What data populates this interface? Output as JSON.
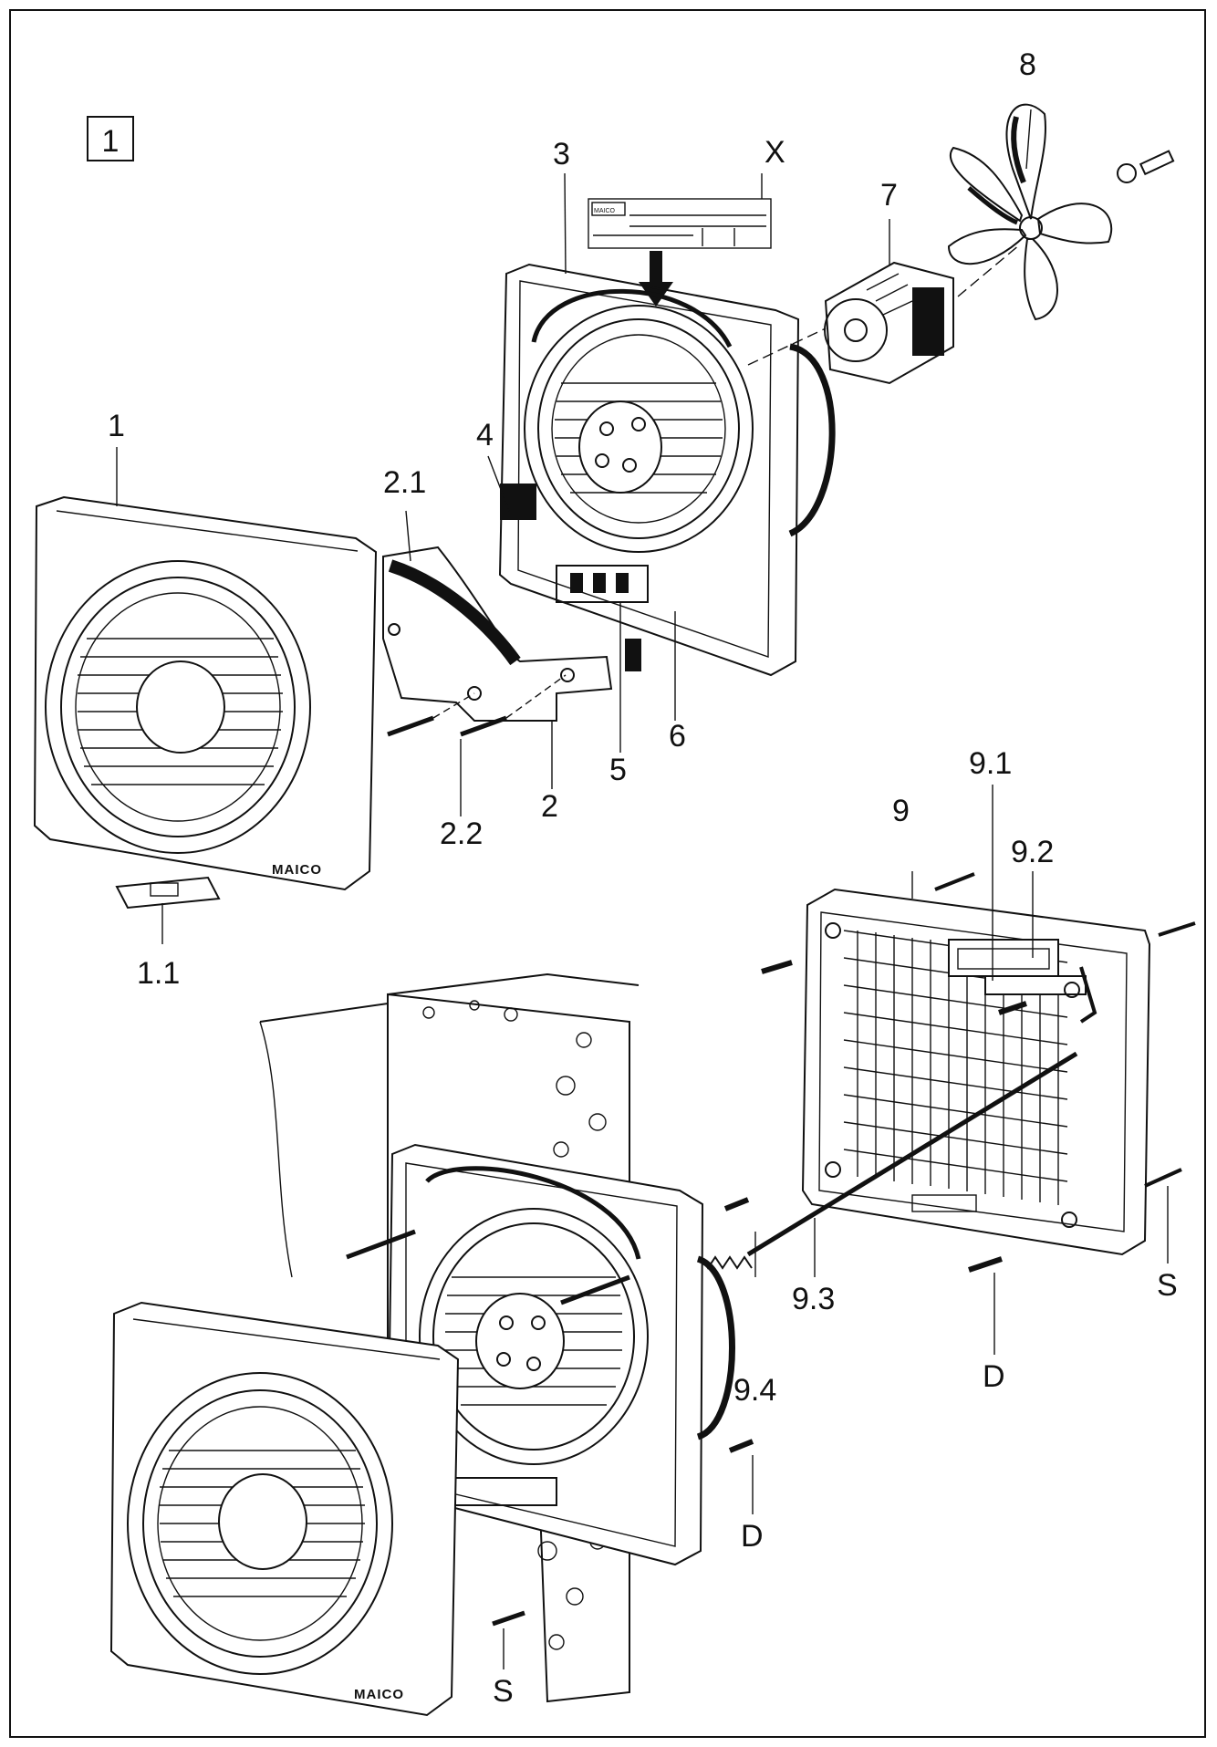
{
  "figure": {
    "number": "1"
  },
  "labels": {
    "x": "X",
    "p3": "3",
    "p7": "7",
    "p8": "8",
    "p1": "1",
    "p4": "4",
    "p2_1": "2.1",
    "p5": "5",
    "p6": "6",
    "p2": "2",
    "p2_2": "2.2",
    "p1_1": "1.1",
    "p9": "9",
    "p9_1": "9.1",
    "p9_2": "9.2",
    "p9_3": "9.3",
    "p9_4": "9.4",
    "s_right": "S",
    "d_right": "D",
    "d_mid": "D",
    "s_bottom": "S"
  },
  "brand": {
    "cover_top": "MAICO",
    "cover_bottom": "MAICO",
    "nameplate": "MAICO"
  },
  "colors": {
    "ink": "#111111",
    "paper": "#ffffff"
  }
}
